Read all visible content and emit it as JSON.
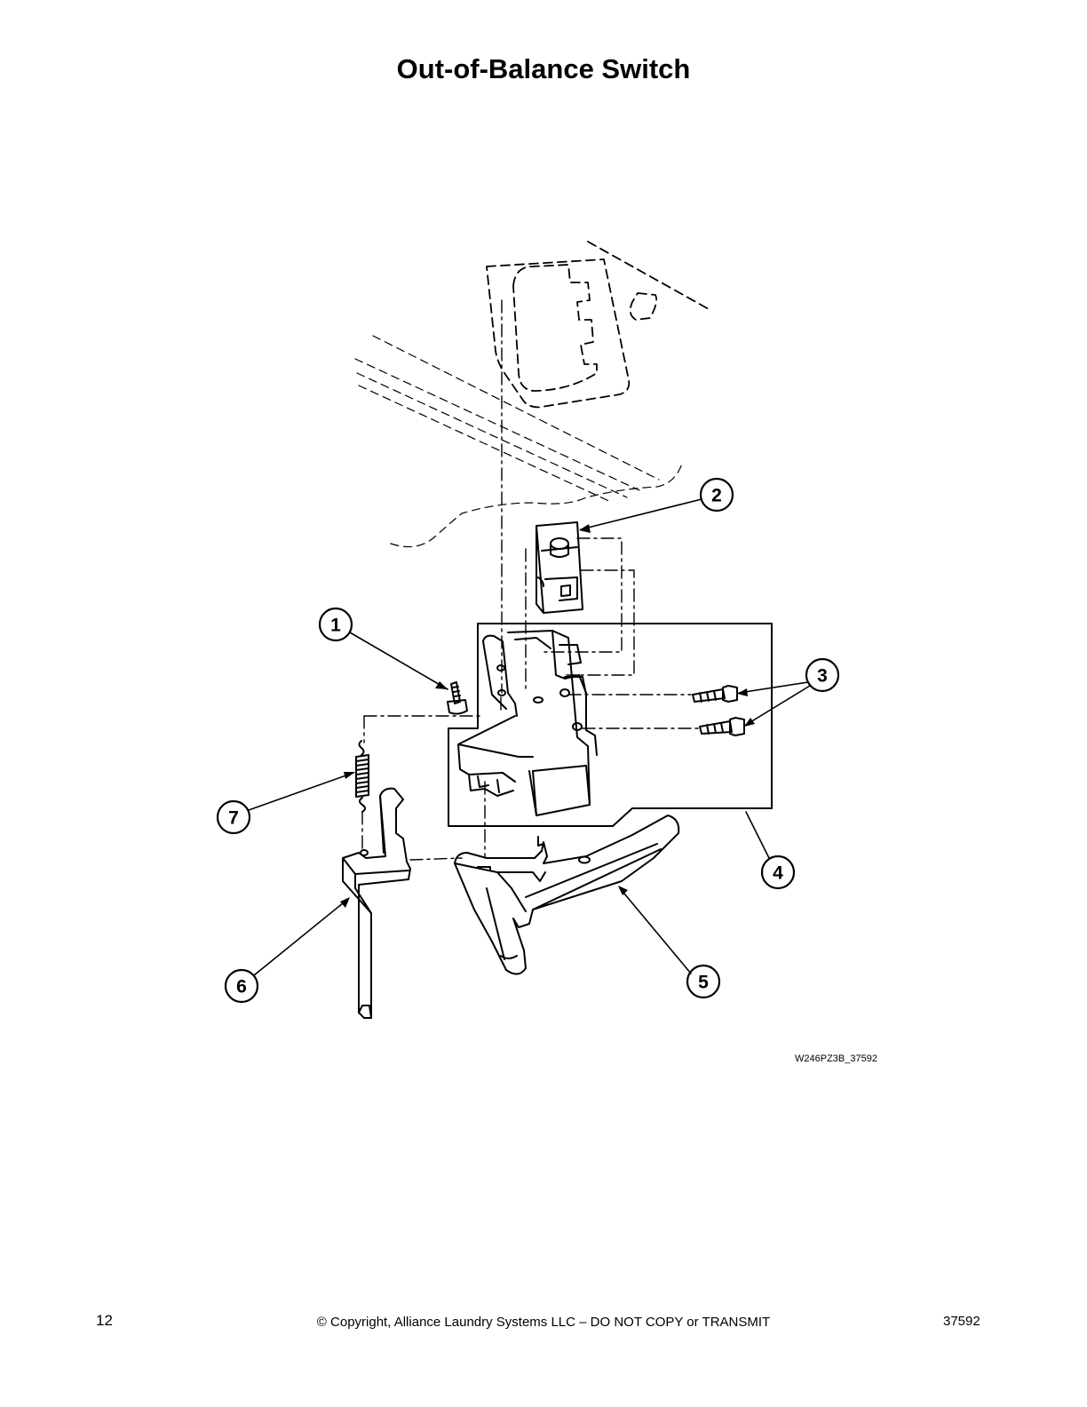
{
  "page": {
    "title": "Out-of-Balance Switch",
    "figure_id": "W246PZ3B_37592",
    "page_number": "12",
    "copyright": "© Copyright, Alliance Laundry Systems LLC – DO NOT COPY or TRANSMIT",
    "doc_number": "37592"
  },
  "callouts": {
    "c1": "1",
    "c2": "2",
    "c3": "3",
    "c4": "4",
    "c5": "5",
    "c6": "6",
    "c7": "7"
  }
}
